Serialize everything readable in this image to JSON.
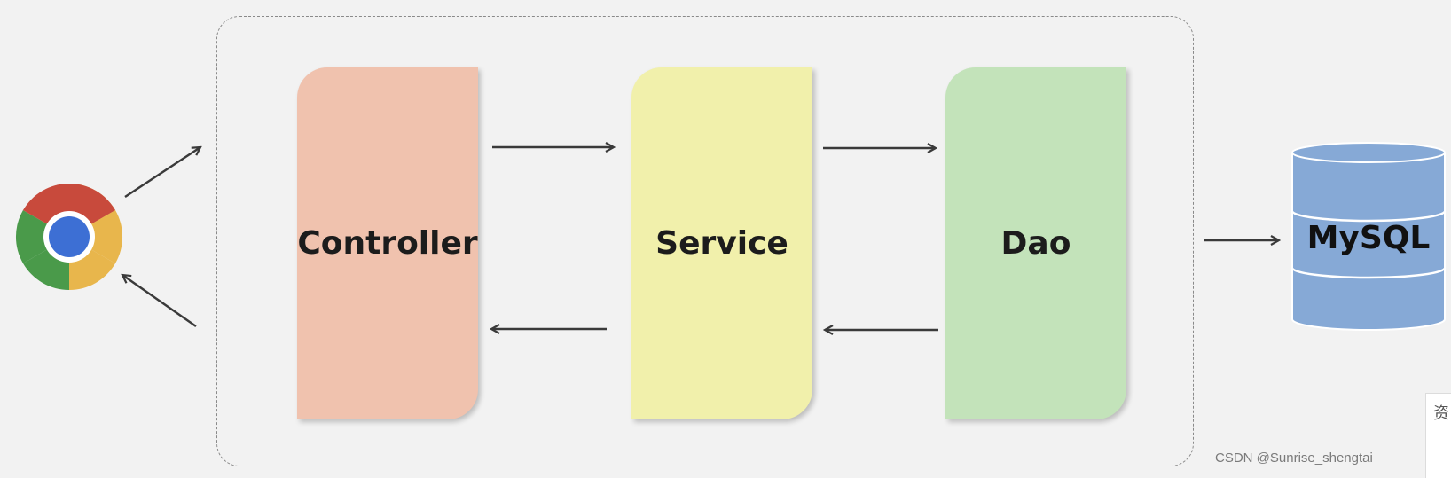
{
  "layers": [
    {
      "id": "controller",
      "label": "Controller",
      "color": "#f0c2ae"
    },
    {
      "id": "service",
      "label": "Service",
      "color": "#f1f0ab"
    },
    {
      "id": "dao",
      "label": "Dao",
      "color": "#c3e3ba"
    }
  ],
  "database": {
    "label": "MySQL",
    "color": "#86a9d6"
  },
  "browser": {
    "icon": "chrome-browser-icon"
  },
  "watermark": "CSDN @Sunrise_shengtai",
  "side_panel": {
    "text": "资"
  },
  "colors": {
    "arrow": "#3a3a3a",
    "frame": "#8a8a8a",
    "background": "#f2f2f2"
  }
}
